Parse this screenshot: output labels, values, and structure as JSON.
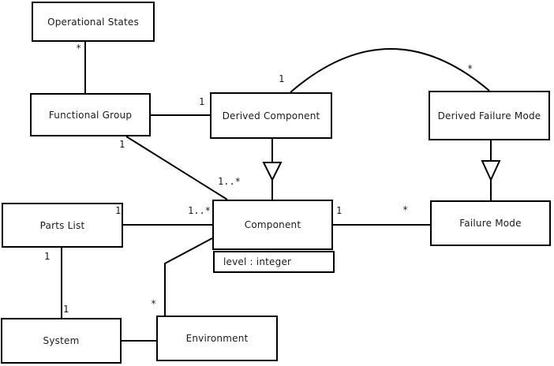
{
  "colors": {
    "line": "#000000",
    "box_border": "#000000",
    "box_fill": "#ffffff",
    "canvas_background": "#ffffff",
    "text": "#1a1a1a"
  },
  "classes": {
    "operational_states": {
      "name": "Operational States"
    },
    "functional_group": {
      "name": "Functional Group"
    },
    "derived_component": {
      "name": "Derived Component"
    },
    "derived_failure_mode": {
      "name": "Derived Failure Mode"
    },
    "parts_list": {
      "name": "Parts List"
    },
    "component": {
      "name": "Component",
      "attributes": [
        "level : integer"
      ]
    },
    "failure_mode": {
      "name": "Failure Mode"
    },
    "system": {
      "name": "System"
    },
    "environment": {
      "name": "Environment"
    }
  },
  "multiplicities": {
    "operational_states_end": "*",
    "derived_component_near_functional_group": "1",
    "functional_group_near_component_line": "1",
    "component_near_functional_group_line": "1..*",
    "arc_derived_component_end": "1",
    "arc_derived_failure_mode_end": "*",
    "parts_list_near_component_line": "1",
    "component_near_parts_list_line": "1..*",
    "component_near_failure_mode_line": "1",
    "failure_mode_end": "*",
    "parts_list_near_system_line": "1",
    "system_near_parts_list_line": "1",
    "environment_near_component_line": "*"
  },
  "relationships": [
    {
      "from": "Functional Group",
      "to": "Operational States",
      "type": "association",
      "to_multiplicity": "*"
    },
    {
      "from": "Functional Group",
      "to": "Derived Component",
      "type": "association",
      "to_multiplicity": "1"
    },
    {
      "from": "Functional Group",
      "to": "Component",
      "type": "association",
      "from_multiplicity": "1",
      "to_multiplicity": "1..*"
    },
    {
      "from": "Derived Component",
      "to": "Derived Failure Mode",
      "type": "association",
      "from_multiplicity": "1",
      "to_multiplicity": "*"
    },
    {
      "from": "Derived Component",
      "to": "Component",
      "type": "generalization"
    },
    {
      "from": "Derived Failure Mode",
      "to": "Failure Mode",
      "type": "generalization"
    },
    {
      "from": "Parts List",
      "to": "Component",
      "type": "association",
      "from_multiplicity": "1",
      "to_multiplicity": "1..*"
    },
    {
      "from": "Component",
      "to": "Failure Mode",
      "type": "association",
      "from_multiplicity": "1",
      "to_multiplicity": "*"
    },
    {
      "from": "Parts List",
      "to": "System",
      "type": "association",
      "from_multiplicity": "1",
      "to_multiplicity": "1"
    },
    {
      "from": "System",
      "to": "Environment",
      "type": "association"
    },
    {
      "from": "Environment",
      "to": "Component",
      "type": "association",
      "from_multiplicity": "*"
    }
  ]
}
